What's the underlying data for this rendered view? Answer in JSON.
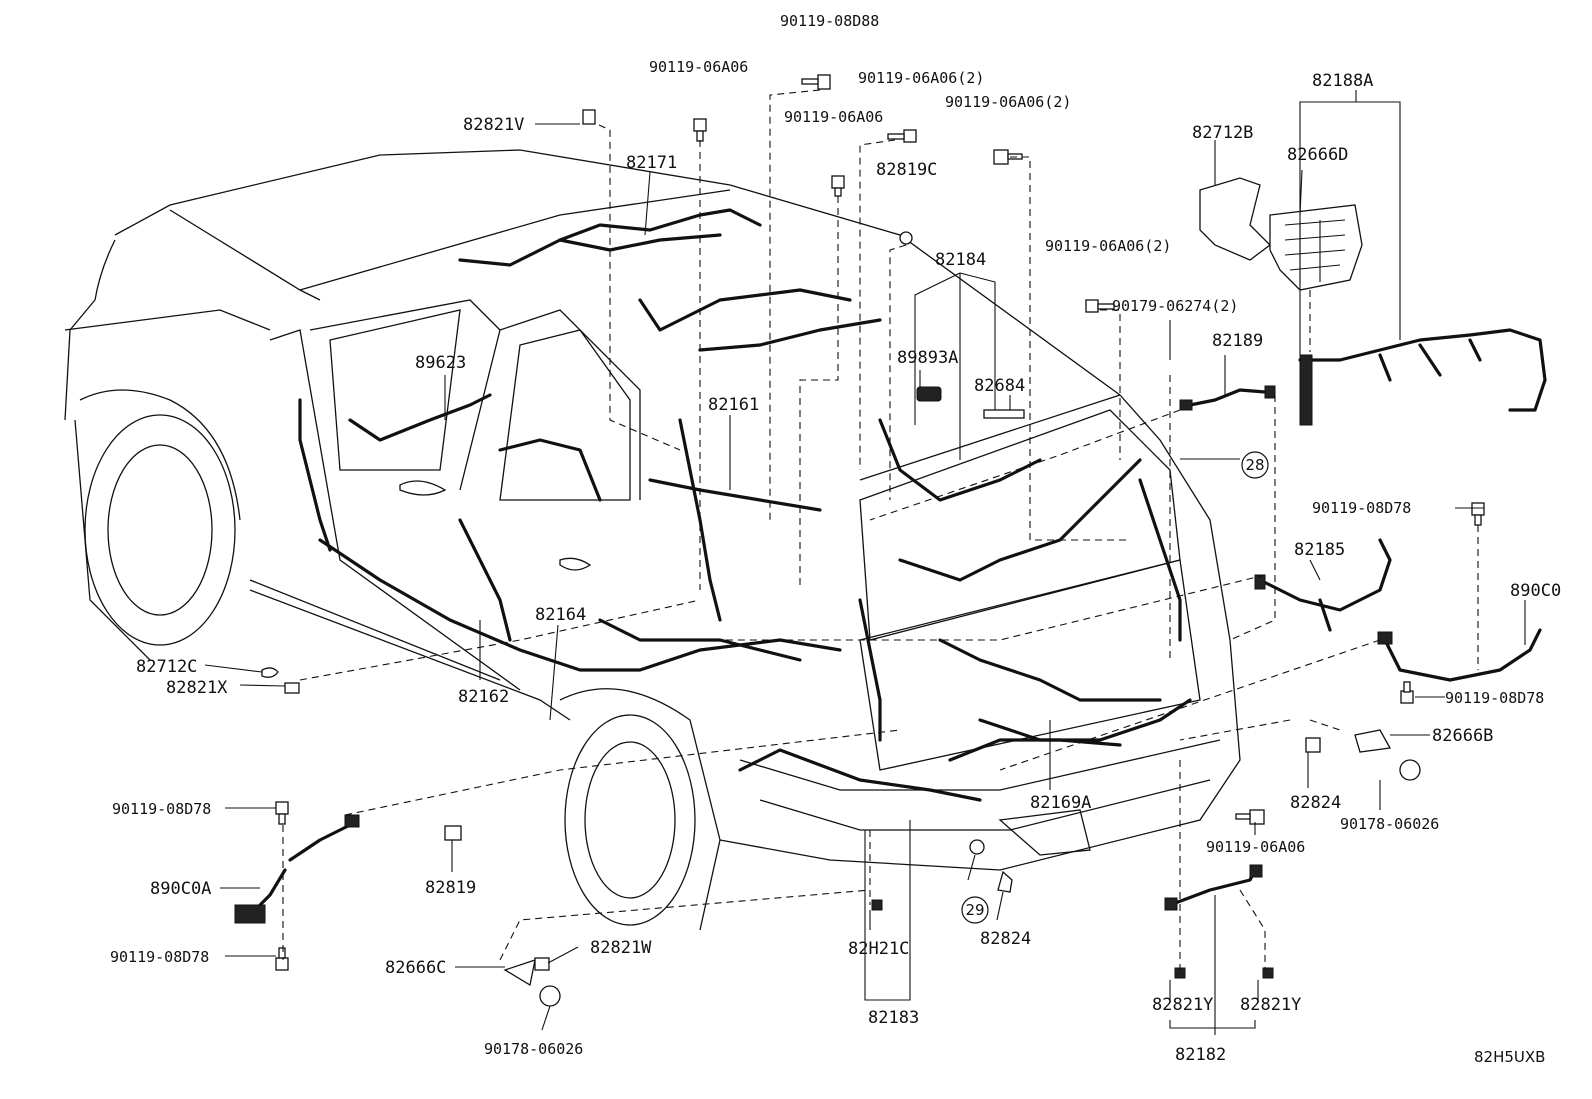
{
  "diagram_code": "82H5UXB",
  "labels": {
    "p90119_08D88": "90119-08D88",
    "p90119_06A06_a": "90119-06A06",
    "p90119_06A06_2a": "90119-06A06(2)",
    "p82821V": "82821V",
    "p90119_06A06_b": "90119-06A06",
    "p90119_06A06_2b": "90119-06A06(2)",
    "p82171": "82171",
    "p82819C": "82819C",
    "p82712B": "82712B",
    "p82666D": "82666D",
    "p82188A": "82188A",
    "p82184": "82184",
    "p90119_06A06_2c": "90119-06A06(2)",
    "p90179_06274": "90179-06274(2)",
    "p82189": "82189",
    "p89623": "89623",
    "p89893A": "89893A",
    "p82684": "82684",
    "p82161": "82161",
    "p90119_08D78_r1": "90119-08D78",
    "p82185": "82185",
    "p890C0": "890C0",
    "p82164": "82164",
    "p82712C": "82712C",
    "p82821X": "82821X",
    "p82162": "82162",
    "p90119_08D78_r2": "90119-08D78",
    "p82666B": "82666B",
    "p82169A": "82169A",
    "p82824_r": "82824",
    "p90178_06026_r": "90178-06026",
    "p90119_06A06_c": "90119-06A06",
    "p90119_08D78_l1": "90119-08D78",
    "p890C0A": "890C0A",
    "p90119_08D78_l2": "90119-08D78",
    "p82819": "82819",
    "p82824_c": "82824",
    "p82H21C": "82H21C",
    "p82183": "82183",
    "p82666C": "82666C",
    "p82821W": "82821W",
    "p90178_06026_l": "90178-06026",
    "p82821Y_a": "82821Y",
    "p82821Y_b": "82821Y",
    "p82182": "82182"
  },
  "callouts": {
    "c28": "28",
    "c29": "29"
  }
}
